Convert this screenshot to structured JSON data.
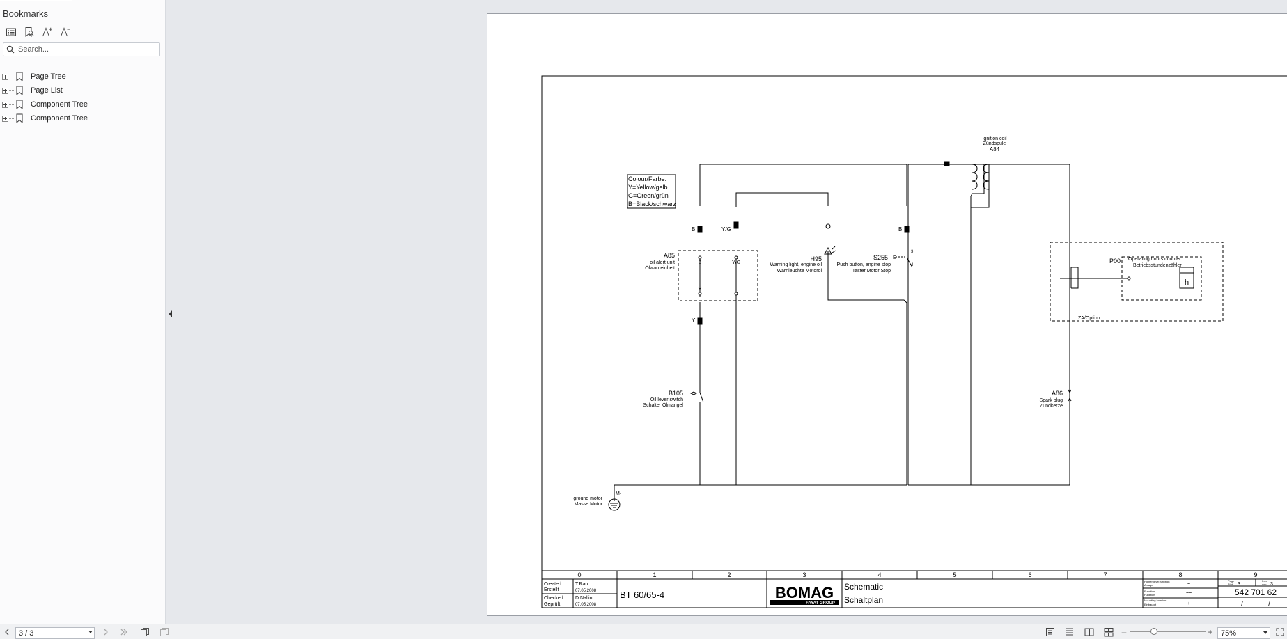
{
  "sidebar": {
    "title": "Bookmarks",
    "search_placeholder": "Search...",
    "items": [
      {
        "label": "Page Tree"
      },
      {
        "label": "Page List"
      },
      {
        "label": "Component Tree"
      },
      {
        "label": "Component Tree"
      }
    ]
  },
  "statusbar": {
    "page_value": "3 / 3",
    "zoom_value": "75%",
    "zoom_level": 0.32,
    "zoom_minus": "–",
    "zoom_plus": "+"
  },
  "drawing": {
    "legend": [
      "Colour/Farbe:",
      "Y=Yellow/gelb",
      "G=Green/grün",
      "B=Black/schwarz"
    ],
    "wire_labels": {
      "b1": "B",
      "yg": "Y/G",
      "b2": "B",
      "y": "Y"
    },
    "a84": {
      "label1": "Ignition coil",
      "label2": "Zündspule",
      "ref": "A84"
    },
    "a85": {
      "ref": "A85",
      "label1": "oil alert unit",
      "label2": "Ölwarneinheit",
      "pin_b": "B",
      "pin_yg": "Y/G",
      "pin_y": "Y"
    },
    "h95": {
      "ref": "H95",
      "label1": "Warning light, engine oil",
      "label2": "Warnleuchte Motoröl"
    },
    "s255": {
      "ref": "S255",
      "label1": "Push button, engine stop",
      "label2": "Taster Motor Stop",
      "term_e": "E",
      "pin3": "3",
      "pin4": "4"
    },
    "p00": {
      "ref": "P00",
      "label1": "Operating hours counter",
      "label2": "Betriebsstundenzähler",
      "meter": "h",
      "option": "ZA/Option"
    },
    "b105": {
      "ref": "B105",
      "label1": "Oil lever switch",
      "label2": "Schalter Ölmangel"
    },
    "a86": {
      "ref": "A86",
      "label1": "Spark plug",
      "label2": "Zündkerze"
    },
    "ground": {
      "label1": "ground motor",
      "label2": "Masse Motor",
      "term": "M-"
    },
    "columns": [
      "0",
      "1",
      "2",
      "3",
      "4",
      "5",
      "6",
      "7",
      "8",
      "9"
    ],
    "title_block": {
      "created_label1": "Created",
      "created_label2": "Erstellt",
      "created_by": "T.Rau",
      "created_date": "07.05.2008",
      "checked_label1": "Checked",
      "checked_label2": "Geprüft",
      "checked_by": "D.Nallin",
      "checked_date": "07.05.2008",
      "model": "BT 60/65-4",
      "brand": "BOMAG",
      "brand_sub": "FAYAT GROUP",
      "doc_title1": "Schematic",
      "doc_title2": "Schaltplan",
      "hlf1": "Higher-level function",
      "hlf2": "Anlage",
      "hlf_sym": "=",
      "fn1": "Function",
      "fn2": "Funktion",
      "fn_sym": "==",
      "ml1": "Mounting location",
      "ml2": "Einbauort",
      "ml_sym": "+",
      "page_label1": "Page",
      "page_label2": "Blatt",
      "page_no": "3",
      "from_label1": "from",
      "from_label2": "von",
      "page_total": "3",
      "doc_no": "542 701 62",
      "rev1": "/",
      "rev2": "/"
    }
  }
}
